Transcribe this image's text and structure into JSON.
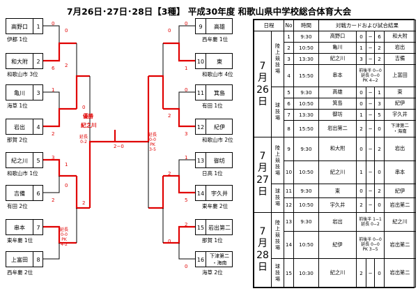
{
  "title": "7月26日･27日･28日【3種】 平成30年度 和歌山県中学校総合体育大会",
  "colors": {
    "winner_line": "#e00000",
    "line": "#000000"
  },
  "bracket": {
    "left_teams": [
      {
        "seed": "1",
        "name": "高野口",
        "sub": "伊都 1位"
      },
      {
        "seed": "2",
        "name": "和大附",
        "sub": "和歌山市 3位"
      },
      {
        "seed": "3",
        "name": "亀川",
        "sub": "海草 1位"
      },
      {
        "seed": "4",
        "name": "岩出",
        "sub": "那賀 2位"
      },
      {
        "seed": "5",
        "name": "紀之川",
        "sub": "和歌山市 1位"
      },
      {
        "seed": "6",
        "name": "吉備",
        "sub": "有田 2位"
      },
      {
        "seed": "7",
        "name": "串本",
        "sub": "東牟婁 1位"
      },
      {
        "seed": "8",
        "name": "上富田",
        "sub": "西牟婁 2位"
      }
    ],
    "right_teams": [
      {
        "seed": "9",
        "name": "高雄",
        "sub": "西牟婁 1位"
      },
      {
        "seed": "10",
        "name": "東",
        "sub": "和歌山市 4位"
      },
      {
        "seed": "11",
        "name": "箕島",
        "sub": "有田 1位"
      },
      {
        "seed": "12",
        "name": "紀伊",
        "sub": "和歌山市 2位"
      },
      {
        "seed": "13",
        "name": "御坊",
        "sub": "日高 1位"
      },
      {
        "seed": "14",
        "name": "宇久井",
        "sub": "東牟婁 2位"
      },
      {
        "seed": "15",
        "name": "岩出第二",
        "sub": "那賀 1位"
      },
      {
        "seed": "16",
        "name": "下津第二\n・海南",
        "sub": "海草 2位"
      }
    ],
    "champion_label": "優勝",
    "champion": "紀之川",
    "final_note_left": "延長\n0-2",
    "final_score": "2−0",
    "final_note_right": "延長\n0-0\nPK\n3-5",
    "r1_note_left": "延長\n0-0\nPK\n4-2"
  },
  "schedule": {
    "headers": [
      "日程",
      "No",
      "時間",
      "対戦カードおよび試合結果"
    ],
    "days": [
      {
        "date": "7\n月\n26\n日",
        "venues": [
          {
            "name": "陸\n上\n競\n技\n場",
            "rows": [
              {
                "no": "1",
                "time": "9:30",
                "a": "高野口",
                "sa": "0",
                "sb": "6",
                "b": "和大附",
                "note": ""
              },
              {
                "no": "2",
                "time": "10:50",
                "a": "亀川",
                "sa": "1",
                "sb": "2",
                "b": "岩出",
                "note": ""
              },
              {
                "no": "3",
                "time": "13:30",
                "a": "紀之川",
                "sa": "3",
                "sb": "2",
                "b": "吉備",
                "note": ""
              },
              {
                "no": "4",
                "time": "15:50",
                "a": "串本",
                "sa": "",
                "sb": "",
                "b": "上富田",
                "note": "前後半 0−0\n延長 0−0\nPK 4−2"
              }
            ]
          },
          {
            "name": "球\n技\n場",
            "rows": [
              {
                "no": "5",
                "time": "9:30",
                "a": "高雄",
                "sa": "0",
                "sb": "1",
                "b": "東",
                "note": ""
              },
              {
                "no": "6",
                "time": "10:50",
                "a": "箕島",
                "sa": "0",
                "sb": "3",
                "b": "紀伊",
                "note": ""
              },
              {
                "no": "7",
                "time": "13:30",
                "a": "御坊",
                "sa": "1",
                "sb": "5",
                "b": "宇久井",
                "note": ""
              },
              {
                "no": "8",
                "time": "15:50",
                "a": "岩出第二",
                "sa": "2",
                "sb": "0",
                "b": "下津第二\n・海南",
                "note": ""
              }
            ]
          }
        ]
      },
      {
        "date": "7\n月\n27\n日",
        "venues": [
          {
            "name": "陸\n上\n競\n技\n場",
            "rows": [
              {
                "no": "9",
                "time": "9:30",
                "a": "和大附",
                "sa": "0",
                "sb": "2",
                "b": "岩出",
                "note": ""
              },
              {
                "no": "10",
                "time": "10:50",
                "a": "紀之川",
                "sa": "1",
                "sb": "0",
                "b": "串本",
                "note": ""
              }
            ]
          },
          {
            "name": "球\n技\n場",
            "rows": [
              {
                "no": "11",
                "time": "9:30",
                "a": "東",
                "sa": "0",
                "sb": "2",
                "b": "紀伊",
                "note": ""
              },
              {
                "no": "12",
                "time": "10:50",
                "a": "宇久井",
                "sa": "2",
                "sb": "0",
                "b": "岩出第二",
                "note": ""
              }
            ]
          }
        ]
      },
      {
        "date": "7\n月\n28\n日",
        "venues": [
          {
            "name": "陸\n上\n競\n技\n場",
            "rows": [
              {
                "no": "13",
                "time": "9:30",
                "a": "岩出",
                "sa": "",
                "sb": "",
                "b": "紀之川",
                "note": "前後半 1−1\n延長 0−2"
              },
              {
                "no": "14",
                "time": "10:50",
                "a": "紀伊",
                "sa": "",
                "sb": "",
                "b": "岩出第二",
                "note": "前後半 0−0\n延長 0−0\nPK 3−5"
              }
            ]
          },
          {
            "name": "球\n技\n場",
            "rows": [
              {
                "no": "15",
                "time": "10:30",
                "a": "紀之川",
                "sa": "2",
                "sb": "0",
                "b": "岩出第二",
                "note": ""
              }
            ]
          }
        ]
      }
    ]
  }
}
